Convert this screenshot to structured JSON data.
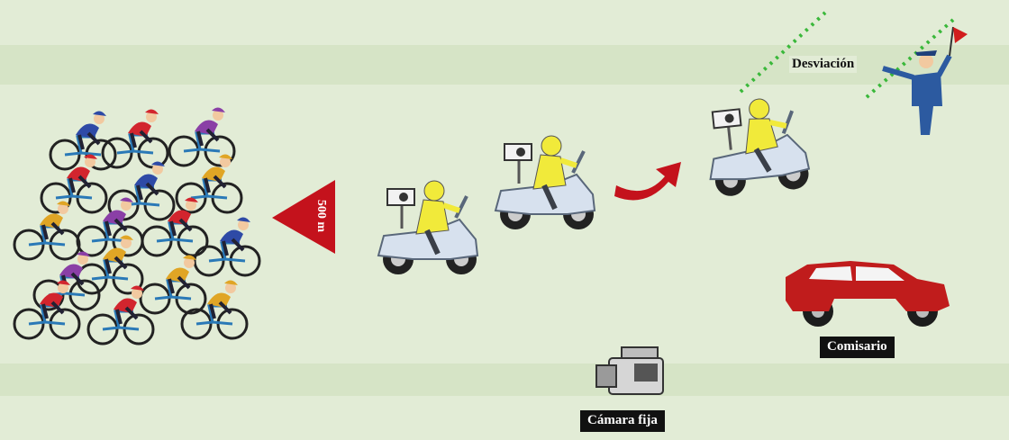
{
  "labels": {
    "detour": "Desviación",
    "distance": "500 m",
    "commissaire": "Comisario",
    "fixed_camera": "Cámara fija"
  },
  "colors": {
    "background": "#e2ecd6",
    "road_stripe": "#d6e4c6",
    "arrow": "#c4121c",
    "car": "#c01c1c",
    "helmet": "#f1ea3a",
    "bike_frame": "#2a79b7",
    "police": "#2c5aa0",
    "flag": "#d11d1d",
    "guide_line": "#3ab83a"
  },
  "cyclist_jersey_colors": [
    "#2e4aa6",
    "#d2252e",
    "#8a3fa6",
    "#d2252e",
    "#2e4aa6",
    "#e0a525",
    "#e0a525",
    "#8a3fa6",
    "#d2252e",
    "#2e4aa6",
    "#e0a525",
    "#8a3fa6",
    "#e0a525",
    "#d2252e",
    "#d2252e",
    "#e0a525"
  ]
}
